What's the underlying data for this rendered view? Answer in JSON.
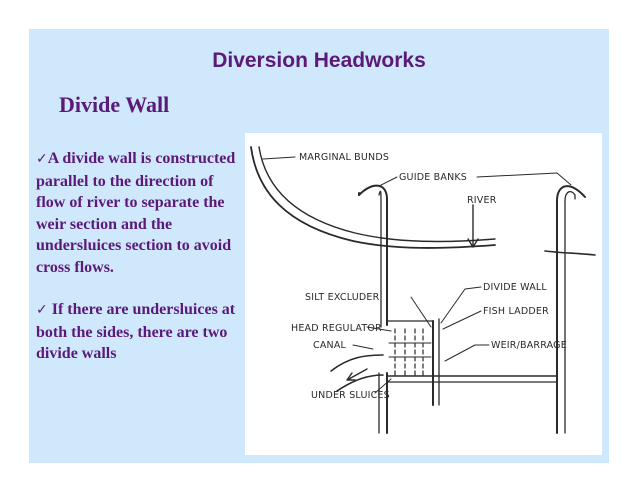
{
  "slide": {
    "title": "Diversion Headworks",
    "subtitle": "Divide Wall",
    "paragraph1": {
      "check": "✓",
      "text": "A divide wall is constructed parallel to the direction of flow of river to separate the weir section and the undersluices section to avoid cross flows."
    },
    "paragraph2": {
      "check": "✓",
      "text": " If there are undersluices at both the sides, there are two divide walls"
    }
  },
  "figure": {
    "labels": {
      "marginal_bunds": "MARGINAL BUNDS",
      "guide_banks": "GUIDE BANKS",
      "river": "RIVER",
      "divide_wall": "DIVIDE WALL",
      "silt_excluder": "SILT EXCLUDER",
      "fish_ladder": "FISH LADDER",
      "head_regulator": "HEAD REGULATOR",
      "weir_barrage": "WEIR/BARRAGE",
      "canal": "CANAL",
      "under_sluices": "UNDER SLUICES"
    }
  }
}
